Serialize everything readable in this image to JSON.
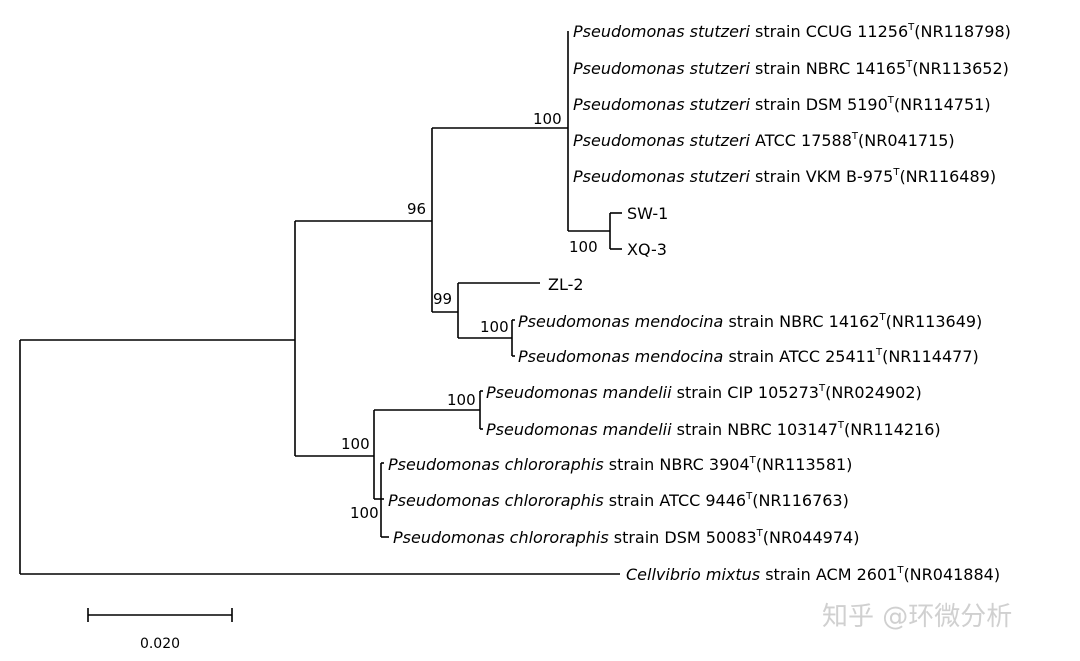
{
  "tree": {
    "taxa": [
      {
        "id": "t1",
        "genus_species": "Pseudomonas stutzeri",
        "rest": " strain CCUG 11256",
        "type_strain": "T",
        "accession": "(NR118798)"
      },
      {
        "id": "t2",
        "genus_species": "Pseudomonas stutzeri",
        "rest": " strain NBRC 14165",
        "type_strain": "T",
        "accession": "(NR113652)"
      },
      {
        "id": "t3",
        "genus_species": "Pseudomonas stutzeri",
        "rest": " strain DSM 5190",
        "type_strain": "T",
        "accession": "(NR114751)"
      },
      {
        "id": "t4",
        "genus_species": "Pseudomonas stutzeri",
        "rest": " ATCC 17588",
        "type_strain": "T",
        "accession": "(NR041715)"
      },
      {
        "id": "t5",
        "genus_species": "Pseudomonas stutzeri",
        "rest": " strain VKM B-975",
        "type_strain": "T",
        "accession": "(NR116489)"
      },
      {
        "id": "t6",
        "genus_species": "",
        "rest": "SW-1",
        "type_strain": "",
        "accession": ""
      },
      {
        "id": "t7",
        "genus_species": "",
        "rest": "XQ-3",
        "type_strain": "",
        "accession": ""
      },
      {
        "id": "t8",
        "genus_species": "",
        "rest": "ZL-2",
        "type_strain": "",
        "accession": ""
      },
      {
        "id": "t9",
        "genus_species": "Pseudomonas mendocina",
        "rest": " strain NBRC 14162",
        "type_strain": "T",
        "accession": "(NR113649)"
      },
      {
        "id": "t10",
        "genus_species": "Pseudomonas mendocina",
        "rest": " strain ATCC 25411",
        "type_strain": "T",
        "accession": "(NR114477)"
      },
      {
        "id": "t11",
        "genus_species": "Pseudomonas mandelii",
        "rest": " strain CIP 105273",
        "type_strain": "T",
        "accession": "(NR024902)"
      },
      {
        "id": "t12",
        "genus_species": "Pseudomonas mandelii",
        "rest": " strain NBRC 103147",
        "type_strain": "T",
        "accession": "(NR114216)"
      },
      {
        "id": "t13",
        "genus_species": "Pseudomonas chlororaphis",
        "rest": " strain NBRC 3904",
        "type_strain": "T",
        "accession": "(NR113581)"
      },
      {
        "id": "t14",
        "genus_species": "Pseudomonas chlororaphis",
        "rest": " strain ATCC 9446",
        "type_strain": "T",
        "accession": "(NR116763)"
      },
      {
        "id": "t15",
        "genus_species": "Pseudomonas chlororaphis",
        "rest": " strain DSM 50083",
        "type_strain": "T",
        "accession": "(NR044974)"
      },
      {
        "id": "t16",
        "genus_species": "Cellvibrio mixtus",
        "rest": " strain ACM 2601",
        "type_strain": "T",
        "accession": "(NR041884)"
      }
    ],
    "bootstrap": {
      "stutzeri_clade": "100",
      "sw1_xq3": "100",
      "upper_group": "96",
      "mendocina_zl2": "99",
      "mendocina_pair": "100",
      "mandelii_pair": "100",
      "mandelii_chlororaphis": "100",
      "chlororaphis_clade": "100"
    },
    "scale_bar": {
      "label": "0.020",
      "value": 0.02
    }
  },
  "watermark": "知乎 @环微分析"
}
